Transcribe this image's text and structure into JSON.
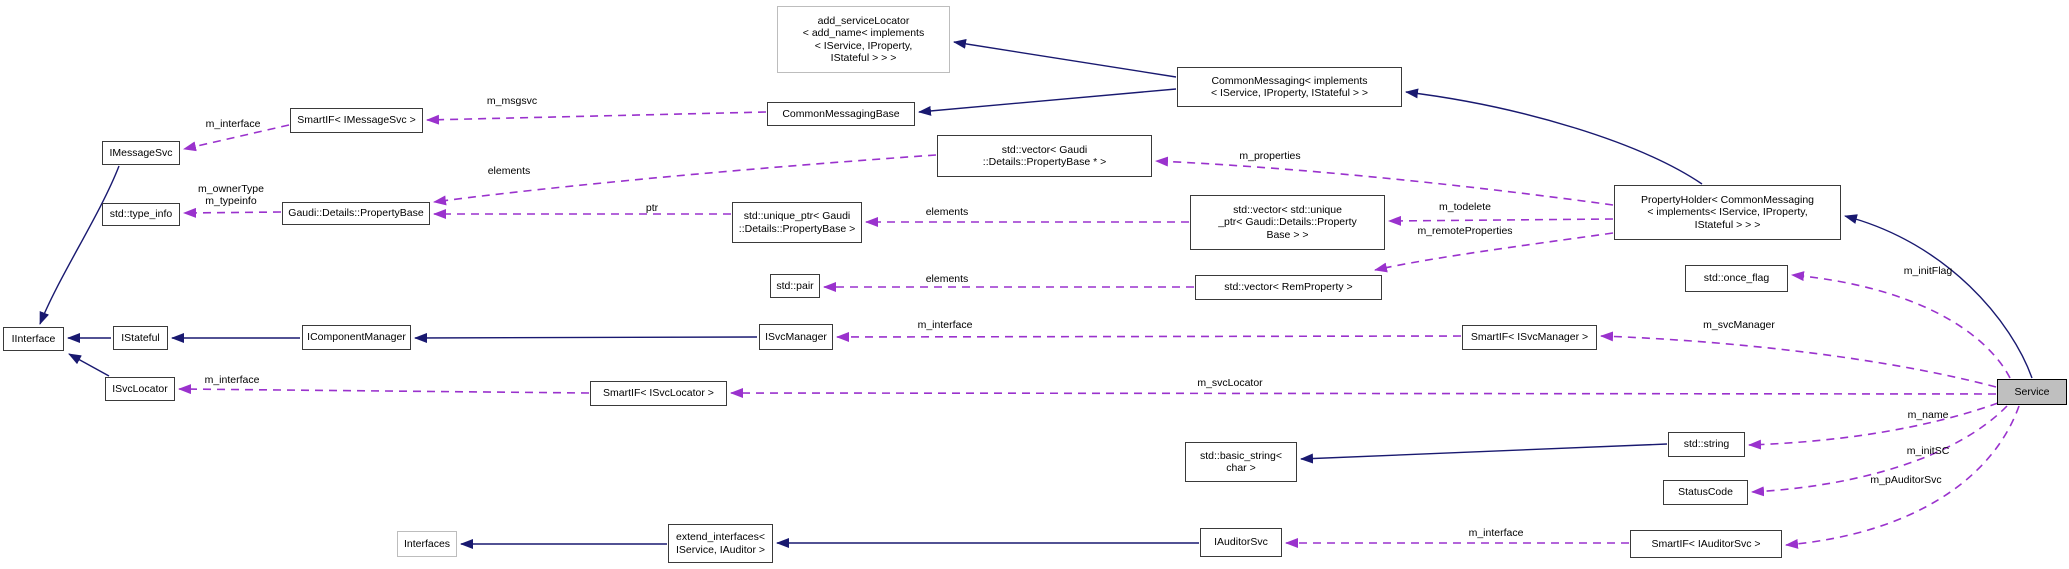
{
  "diagram": {
    "colors": {
      "inheritance_edge": "#191970",
      "usage_edge": "#9a32cd",
      "node_border": "#3a3a3a",
      "node_background": "#ffffff",
      "muted_node_border": "#bdbdbd",
      "current_node_background": "#bfbfbf"
    },
    "nodes": {
      "imessagesvc": {
        "label": "IMessageSvc"
      },
      "std_type_info": {
        "label": "std::type_info"
      },
      "iinterface": {
        "label": "IInterface"
      },
      "istateful": {
        "label": "IStateful"
      },
      "isvclocator": {
        "label": "ISvcLocator"
      },
      "smartif_imessagesvc": {
        "label": "SmartIF< IMessageSvc >"
      },
      "gaudi_propertybase": {
        "label": "Gaudi::Details::PropertyBase"
      },
      "icomponentmanager": {
        "label": "IComponentManager"
      },
      "smartif_isvclocator": {
        "label": "SmartIF< ISvcLocator >"
      },
      "add_servicelocator": {
        "label": "add_serviceLocator\n< add_name< implements\n< IService, IProperty,\nIStateful > > >"
      },
      "commonmessagingbase": {
        "label": "CommonMessagingBase"
      },
      "commonmessaging": {
        "label": "CommonMessaging< implements\n< IService, IProperty, IStateful > >"
      },
      "vector_propertybase_ptr": {
        "label": "std::vector< Gaudi\n::Details::PropertyBase * >"
      },
      "unique_ptr_propertybase": {
        "label": "std::unique_ptr< Gaudi\n::Details::PropertyBase >"
      },
      "vector_unique_ptr": {
        "label": "std::vector< std::unique\n_ptr< Gaudi::Details::Property\nBase > >"
      },
      "std_pair": {
        "label": "std::pair"
      },
      "vector_remproperty": {
        "label": "std::vector< RemProperty >"
      },
      "isvcmanager": {
        "label": "ISvcManager"
      },
      "smartif_isvcmanager": {
        "label": "SmartIF< ISvcManager >"
      },
      "propertyholder": {
        "label": "PropertyHolder< CommonMessaging\n< implements< IService, IProperty,\nIStateful > > >"
      },
      "std_once_flag": {
        "label": "std::once_flag"
      },
      "service": {
        "label": "Service"
      },
      "std_string": {
        "label": "std::string"
      },
      "std_basic_string": {
        "label": "std::basic_string<\nchar >"
      },
      "statuscode": {
        "label": "StatusCode"
      },
      "interfaces": {
        "label": "Interfaces"
      },
      "extend_interfaces": {
        "label": "extend_interfaces<\nIService, IAuditor >"
      },
      "iauditorsvc": {
        "label": "IAuditorSvc"
      },
      "smartif_iauditorsvc": {
        "label": "SmartIF< IAuditorSvc >"
      }
    },
    "edges": [
      {
        "from": "SmartIF< IMessageSvc >",
        "to": "IMessageSvc",
        "type": "usage",
        "label": "m_interface"
      },
      {
        "from": "CommonMessagingBase",
        "to": "SmartIF< IMessageSvc >",
        "type": "usage",
        "label": "m_msgsvc"
      },
      {
        "from": "Gaudi::Details::PropertyBase",
        "to": "std::type_info",
        "type": "usage",
        "label": "m_ownerType\nm_typeinfo"
      },
      {
        "from": "std::vector< Gaudi::Details::PropertyBase * >",
        "to": "Gaudi::Details::PropertyBase",
        "type": "usage",
        "label": "elements"
      },
      {
        "from": "std::unique_ptr< Gaudi::Details::PropertyBase >",
        "to": "Gaudi::Details::PropertyBase",
        "type": "usage",
        "label": "ptr"
      },
      {
        "from": "PropertyHolder< CommonMessaging< implements< IService, IProperty, IStateful > > >",
        "to": "std::vector< Gaudi::Details::PropertyBase * >",
        "type": "usage",
        "label": "m_properties"
      },
      {
        "from": "std::vector< std::unique_ptr< Gaudi::Details::PropertyBase > >",
        "to": "std::unique_ptr< Gaudi::Details::PropertyBase >",
        "type": "usage",
        "label": "elements"
      },
      {
        "from": "PropertyHolder< CommonMessaging< implements< IService, IProperty, IStateful > > >",
        "to": "std::vector< std::unique_ptr< Gaudi::Details::PropertyBase > >",
        "type": "usage",
        "label": "m_todelete"
      },
      {
        "from": "PropertyHolder< CommonMessaging< implements< IService, IProperty, IStateful > > >",
        "to": "std::vector< RemProperty >",
        "type": "usage",
        "label": "m_remoteProperties"
      },
      {
        "from": "std::vector< RemProperty >",
        "to": "std::pair",
        "type": "usage",
        "label": "elements"
      },
      {
        "from": "SmartIF< ISvcManager >",
        "to": "ISvcManager",
        "type": "usage",
        "label": "m_interface"
      },
      {
        "from": "Service",
        "to": "SmartIF< ISvcManager >",
        "type": "usage",
        "label": "m_svcManager"
      },
      {
        "from": "Service",
        "to": "std::once_flag",
        "type": "usage",
        "label": "m_initFlag"
      },
      {
        "from": "SmartIF< ISvcLocator >",
        "to": "ISvcLocator",
        "type": "usage",
        "label": "m_interface"
      },
      {
        "from": "Service",
        "to": "SmartIF< ISvcLocator >",
        "type": "usage",
        "label": "m_svcLocator"
      },
      {
        "from": "Service",
        "to": "std::string",
        "type": "usage",
        "label": "m_name"
      },
      {
        "from": "Service",
        "to": "StatusCode",
        "type": "usage",
        "label": "m_initSC"
      },
      {
        "from": "Service",
        "to": "SmartIF< IAuditorSvc >",
        "type": "usage",
        "label": "m_pAuditorSvc"
      },
      {
        "from": "SmartIF< IAuditorSvc >",
        "to": "IAuditorSvc",
        "type": "usage",
        "label": "m_interface"
      },
      {
        "from": "IMessageSvc",
        "to": "IInterface",
        "type": "inheritance",
        "label": ""
      },
      {
        "from": "IStateful",
        "to": "IInterface",
        "type": "inheritance",
        "label": ""
      },
      {
        "from": "ISvcLocator",
        "to": "IInterface",
        "type": "inheritance",
        "label": ""
      },
      {
        "from": "IComponentManager",
        "to": "IStateful",
        "type": "inheritance",
        "label": ""
      },
      {
        "from": "ISvcManager",
        "to": "IComponentManager",
        "type": "inheritance",
        "label": ""
      },
      {
        "from": "CommonMessaging< implements< IService, IProperty, IStateful > >",
        "to": "CommonMessagingBase",
        "type": "inheritance",
        "label": ""
      },
      {
        "from": "CommonMessaging< implements< IService, IProperty, IStateful > >",
        "to": "add_serviceLocator< add_name< implements< IService, IProperty, IStateful > > >",
        "type": "inheritance",
        "label": ""
      },
      {
        "from": "PropertyHolder< CommonMessaging< implements< IService, IProperty, IStateful > > >",
        "to": "CommonMessaging< implements< IService, IProperty, IStateful > >",
        "type": "inheritance",
        "label": ""
      },
      {
        "from": "Service",
        "to": "PropertyHolder< CommonMessaging< implements< IService, IProperty, IStateful > > >",
        "type": "inheritance",
        "label": ""
      },
      {
        "from": "extend_interfaces< IService, IAuditor >",
        "to": "Interfaces",
        "type": "inheritance",
        "label": ""
      },
      {
        "from": "IAuditorSvc",
        "to": "extend_interfaces< IService, IAuditor >",
        "type": "inheritance",
        "label": ""
      },
      {
        "from": "std::string",
        "to": "std::basic_string< char >",
        "type": "inheritance",
        "label": ""
      }
    ]
  }
}
